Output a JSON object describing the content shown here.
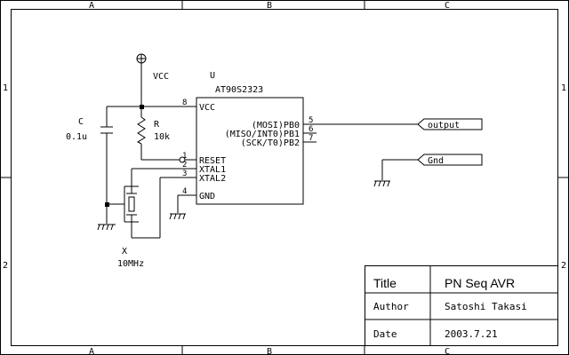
{
  "frame": {
    "top_letters": [
      "A",
      "B",
      "C"
    ],
    "bottom_letters": [
      "A",
      "B",
      "C"
    ],
    "left_numbers": [
      "1",
      "2"
    ],
    "right_numbers": [
      "1",
      "2"
    ]
  },
  "chip": {
    "ref": "U",
    "part": "AT90S2323",
    "pins": [
      {
        "num": "8",
        "name": "VCC"
      },
      {
        "num": "1",
        "name": "RESET"
      },
      {
        "num": "2",
        "name": "XTAL1"
      },
      {
        "num": "3",
        "name": "XTAL2"
      },
      {
        "num": "4",
        "name": "GND"
      },
      {
        "num": "5",
        "name": "(MOSI)PB0"
      },
      {
        "num": "6",
        "name": "(MISO/INT0)PB1"
      },
      {
        "num": "7",
        "name": "(SCK/T0)PB2"
      }
    ]
  },
  "power": {
    "vcc_label": "VCC"
  },
  "capacitor": {
    "ref": "C",
    "value": "0.1u"
  },
  "resistor": {
    "ref": "R",
    "value": "10k"
  },
  "crystal": {
    "ref": "X",
    "value": "10MHz"
  },
  "ports": {
    "output": "output",
    "gnd": "Gnd"
  },
  "title_block": {
    "title_label": "Title",
    "title_value": "PN Seq AVR",
    "author_label": "Author",
    "author_value": "Satoshi Takasi",
    "date_label": "Date",
    "date_value": "2003.7.21"
  }
}
